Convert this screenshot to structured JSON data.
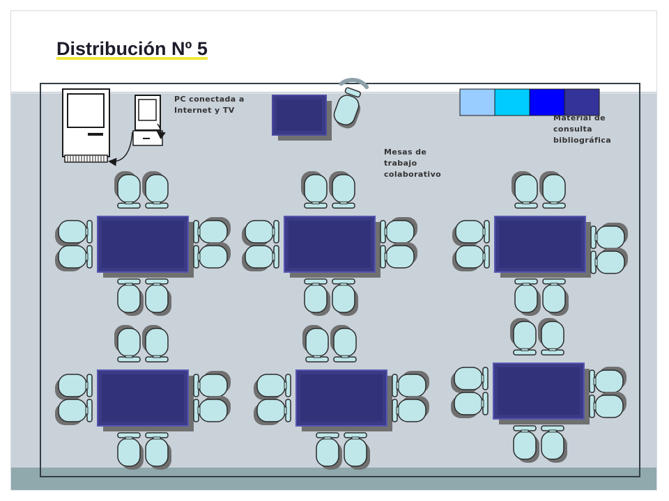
{
  "title": "Distribución Nº 5",
  "labels": {
    "pc": "PC conectada a\nInternet y TV",
    "mesas": "Mesas de\ntrabajo\ncolaborativo",
    "material": "Material de\nconsulta\nbibliográfica"
  },
  "colors": {
    "table": "#3a3a86",
    "table_top": "#32327a",
    "chair_fill": "#bfe7ea",
    "chair_stroke": "#2b2b2b",
    "shadow": "#707070",
    "background_band": "#c9d1d9",
    "bottom_band": "#8fa9ad",
    "title_underline": "#f0e838",
    "shelf_segments": [
      "#99ccff",
      "#00ccff",
      "#0000ff",
      "#333399"
    ]
  },
  "icons": [
    "computer-monitor-icon",
    "tv-monitor-icon",
    "teacher-chair-icon",
    "chair-icon",
    "table-icon",
    "bookshelf-icon"
  ]
}
